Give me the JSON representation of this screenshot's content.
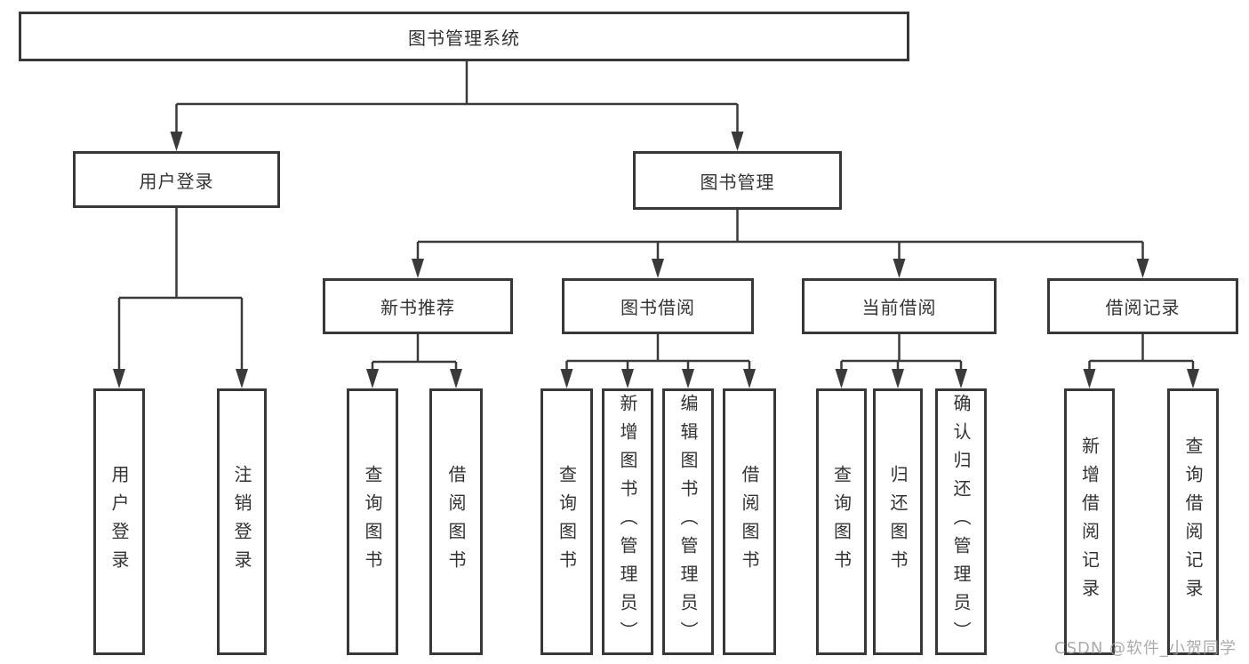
{
  "diagram": {
    "root": {
      "label": "图书管理系统",
      "children": [
        {
          "label": "用户登录",
          "children": [
            {
              "label": "用户登录"
            },
            {
              "label": "注销登录"
            }
          ]
        },
        {
          "label": "图书管理",
          "children": [
            {
              "label": "新书推荐",
              "children": [
                {
                  "label": "查询图书"
                },
                {
                  "label": "借阅图书"
                }
              ]
            },
            {
              "label": "图书借阅",
              "children": [
                {
                  "label": "查询图书"
                },
                {
                  "label": "新增图书（管理员）"
                },
                {
                  "label": "编辑图书（管理员）"
                },
                {
                  "label": "借阅图书"
                }
              ]
            },
            {
              "label": "当前借阅",
              "children": [
                {
                  "label": "查询图书"
                },
                {
                  "label": "归还图书"
                },
                {
                  "label": "确认归还（管理员）"
                }
              ]
            },
            {
              "label": "借阅记录",
              "children": [
                {
                  "label": "新增借阅记录"
                },
                {
                  "label": "查询借阅记录"
                }
              ]
            }
          ]
        }
      ]
    }
  },
  "watermark": {
    "text": "CSDN @软件_小贺同学"
  },
  "colors": {
    "line": "#3a3a3a",
    "box_border": "#383838",
    "text": "#333333",
    "background": "#ffffff",
    "watermark": "#9d9d9d"
  }
}
